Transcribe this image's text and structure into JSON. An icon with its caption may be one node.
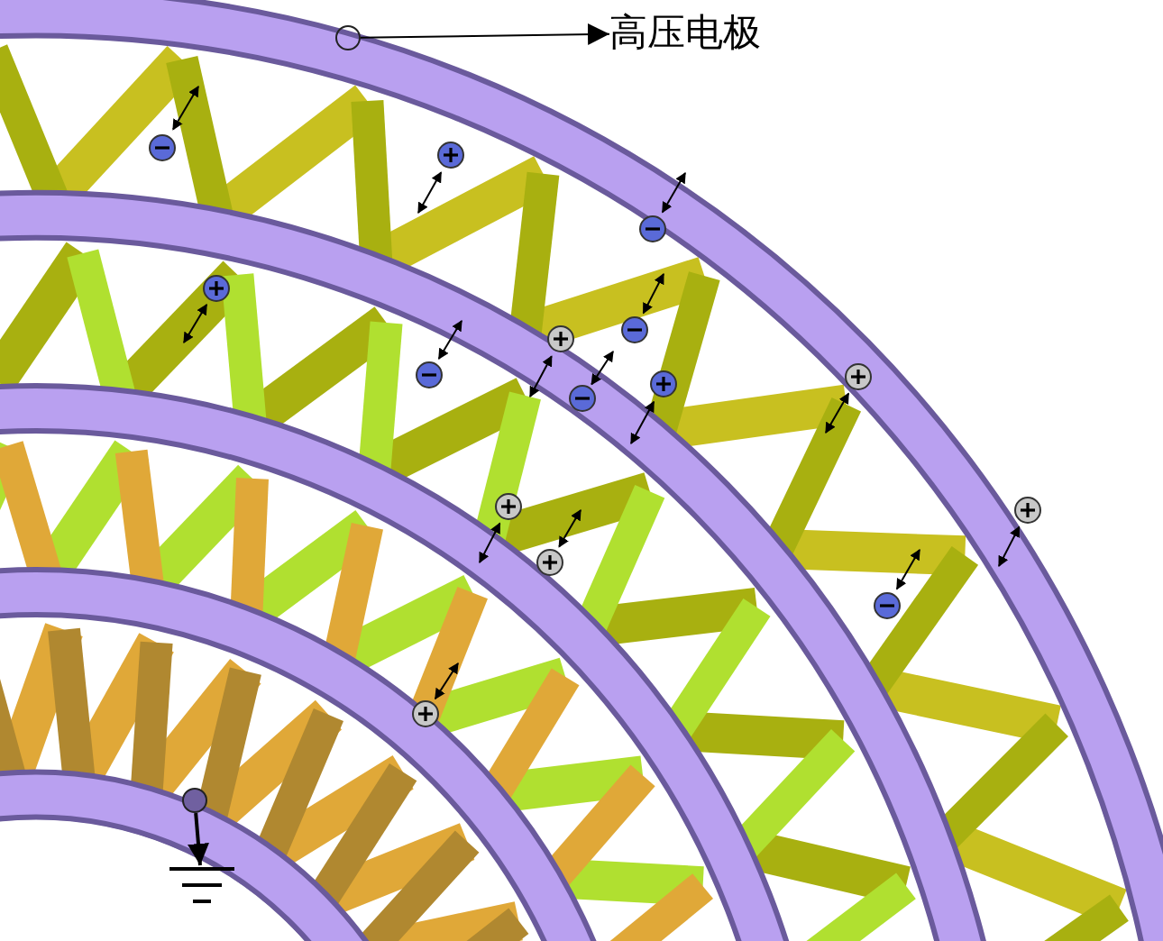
{
  "diagram": {
    "nodes": [
      {
        "text": [
          "高压电极"
        ]
      },
      {
        "text": [],
        "shape": "circle"
      },
      {
        "text": [],
        "shape": "circle"
      },
      {
        "text": [],
        "shape": "ground"
      }
    ],
    "edges": [
      {
        "from": 1,
        "to": 0,
        "arrow": "to"
      },
      {
        "from": 2,
        "to": 3,
        "arrow": "to"
      }
    ]
  }
}
